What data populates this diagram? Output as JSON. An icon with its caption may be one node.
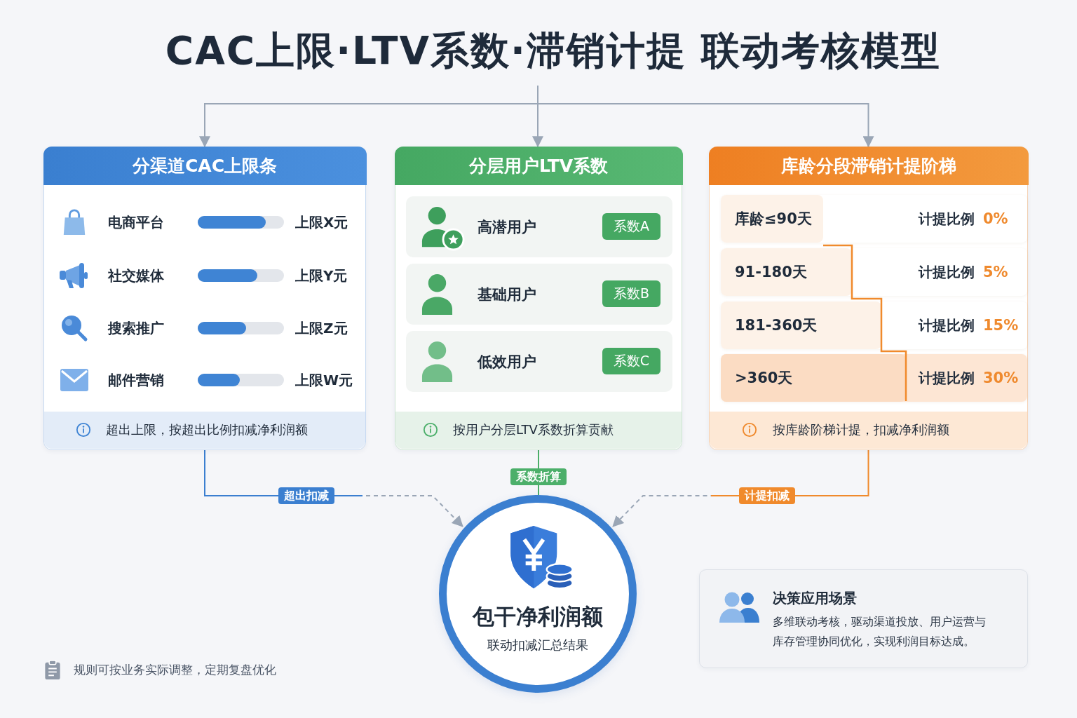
{
  "diagram": {
    "title": "CAC上限·LTV系数·滞销计提 联动考核模型",
    "nodes": [
      {
        "text": [
          "分渠道CAC上限条",
          "电商平台",
          "上限X元",
          "社交媒体",
          "上限Y元",
          "搜索推广",
          "上限Z元",
          "邮件营销",
          "上限W元"
        ]
      },
      {
        "text": [
          "超出上限，按超出比例扣减净利润额"
        ],
        "in": 0
      },
      {
        "text": [
          "分层用户LTV系数"
        ]
      },
      {
        "text": [
          "高潜用户"
        ],
        "in": 2
      },
      {
        "text": [
          "系数A"
        ],
        "in": 3
      },
      {
        "text": [
          "基础用户"
        ],
        "in": 2
      },
      {
        "text": [
          "系数B"
        ],
        "in": 5
      },
      {
        "text": [
          "低效用户"
        ],
        "in": 2
      },
      {
        "text": [
          "系数C"
        ],
        "in": 7
      },
      {
        "text": [
          "按用户分层LTV系数折算贡献"
        ],
        "in": 2
      },
      {
        "text": [
          "库龄分段滞销计提阶梯"
        ]
      },
      {
        "text": [
          "库龄≤90天",
          "计提比例",
          "0%"
        ],
        "in": 10
      },
      {
        "text": [
          "91-180天",
          "计提比例",
          "5%"
        ],
        "in": 10
      },
      {
        "text": [
          "181-360天",
          "计提比例",
          "15%"
        ],
        "in": 10
      },
      {
        "text": [
          ">360天",
          "计提比例",
          "30%"
        ],
        "in": 10
      },
      {
        "text": [
          "按库龄阶梯计提，扣减净利润额"
        ],
        "in": 10
      },
      {
        "text": [
          "包干净利润额",
          "联动扣减汇总结果"
        ]
      },
      {
        "text": [
          "决策应用场景",
          "多维联动考核，驱动渠道投放、用户运营与库存管理协同优化，实现利润目标达成。"
        ]
      }
    ],
    "edges": [
      {
        "from": null,
        "to": 0,
        "arrow": "to"
      },
      {
        "from": null,
        "to": 2,
        "arrow": "to"
      },
      {
        "from": null,
        "to": 10,
        "arrow": "to"
      },
      {
        "from": 0,
        "to": 16,
        "arrow": "to",
        "label": "超出扣减",
        "style": "dashed",
        "color": "#3b7fd0"
      },
      {
        "from": 2,
        "to": 16,
        "arrow": "none",
        "label": "系数折算",
        "color": "#4caf6a"
      },
      {
        "from": 10,
        "to": 16,
        "arrow": "to",
        "label": "计提扣减",
        "style": "dashed",
        "color": "#f08a2c"
      }
    ],
    "labels": [
      "规则可按业务实际调整，定期复盘优化"
    ]
  }
}
